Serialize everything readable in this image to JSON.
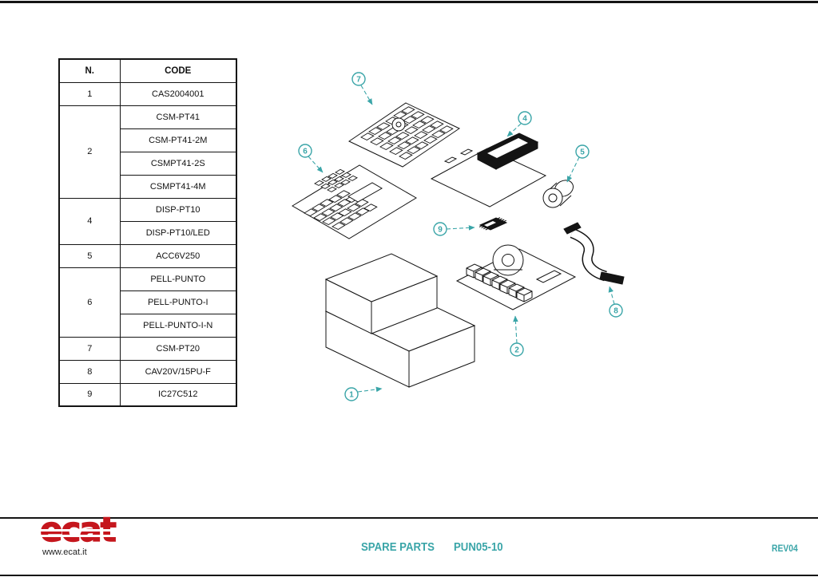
{
  "colors": {
    "accent": "#3AA5A8",
    "brand_red": "#C5161D",
    "ink": "#141414"
  },
  "table": {
    "headers": {
      "n": "N.",
      "code": "CODE"
    },
    "groups": [
      {
        "n": "1",
        "codes": [
          "CAS2004001"
        ]
      },
      {
        "n": "2",
        "codes": [
          "CSM-PT41",
          "CSM-PT41-2M",
          "CSMPT41-2S",
          "CSMPT41-4M"
        ]
      },
      {
        "n": "4",
        "codes": [
          "DISP-PT10",
          "DISP-PT10/LED"
        ]
      },
      {
        "n": "5",
        "codes": [
          "ACC6V250"
        ]
      },
      {
        "n": "6",
        "codes": [
          "PELL-PUNTO",
          "PELL-PUNTO-I",
          "PELL-PUNTO-I-N"
        ]
      },
      {
        "n": "7",
        "codes": [
          "CSM-PT20"
        ]
      },
      {
        "n": "8",
        "codes": [
          "CAV20V/15PU-F"
        ]
      },
      {
        "n": "9",
        "codes": [
          "IC27C512"
        ]
      }
    ]
  },
  "diagram": {
    "callouts": {
      "c1": "1",
      "c2": "2",
      "c4": "4",
      "c5": "5",
      "c6": "6",
      "c7": "7",
      "c8": "8",
      "c9": "9"
    }
  },
  "footer": {
    "logo_text": "ecat",
    "website": "www.ecat.it",
    "doc_title": "SPARE PARTS",
    "model": "PUN05-10",
    "revision": "REV04"
  }
}
